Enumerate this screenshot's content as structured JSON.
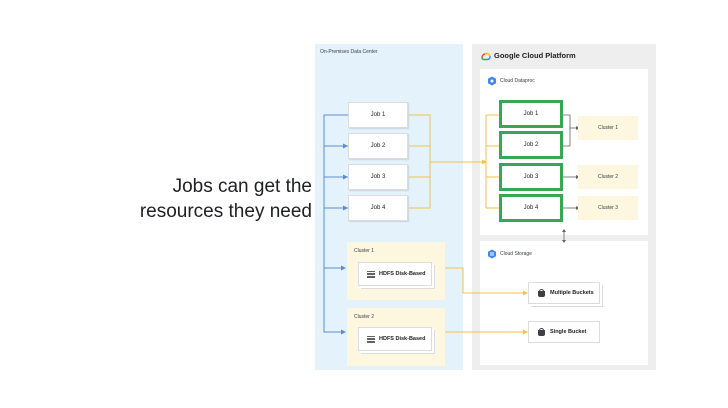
{
  "caption": {
    "line1": "Jobs can get the",
    "line2": "resources they need"
  },
  "on_premises": {
    "title": "On-Premises Data Center",
    "jobs": [
      "Job 1",
      "Job 2",
      "Job 3",
      "Job 4"
    ],
    "clusters": [
      {
        "label": "Cluster 1",
        "storage": "HDFS Disk-Based"
      },
      {
        "label": "Cluster 2",
        "storage": "HDFS Disk-Based"
      }
    ]
  },
  "gcp": {
    "title": "Google Cloud Platform",
    "dataproc": {
      "label": "Cloud Dataproc",
      "jobs": [
        "Job 1",
        "Job 2",
        "Job 3",
        "Job 4"
      ],
      "clusters": [
        "Cluster 1",
        "Cluster 2",
        "Cluster 3"
      ]
    },
    "storage": {
      "label": "Cloud Storage",
      "buckets": [
        "Multiple Buckets",
        "Single Bucket"
      ]
    }
  },
  "colors": {
    "on_prem_bg": "#e4f2fc",
    "gcp_bg": "#eeeeee",
    "job_highlight": "#34a853",
    "cluster_bg": "#fef7e0",
    "connector_blue": "#5b8dd6",
    "connector_orange": "#f5c242"
  }
}
